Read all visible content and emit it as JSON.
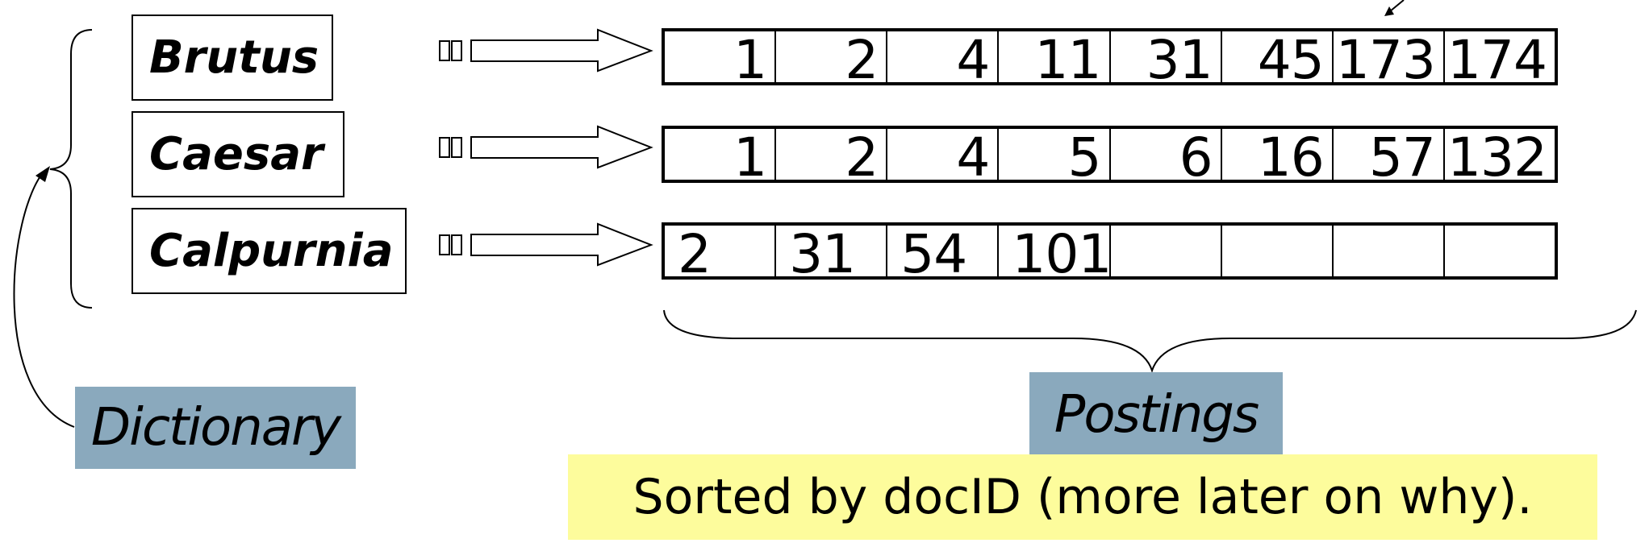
{
  "dictionary": {
    "terms": [
      "Brutus",
      "Caesar",
      "Calpurnia"
    ],
    "label": "Dictionary"
  },
  "postings": {
    "label": "Postings",
    "lists": [
      [
        "1",
        "2",
        "4",
        "11",
        "31",
        "45",
        "173",
        "174"
      ],
      [
        "1",
        "2",
        "4",
        "5",
        "6",
        "16",
        "57",
        "132"
      ],
      [
        "2",
        "31",
        "54",
        "101",
        "",
        "",
        "",
        ""
      ]
    ]
  },
  "caption": "Sorted by docID (more later on why).",
  "colors": {
    "label_background": "#8aa9bd",
    "caption_background": "#fdfc9c"
  }
}
